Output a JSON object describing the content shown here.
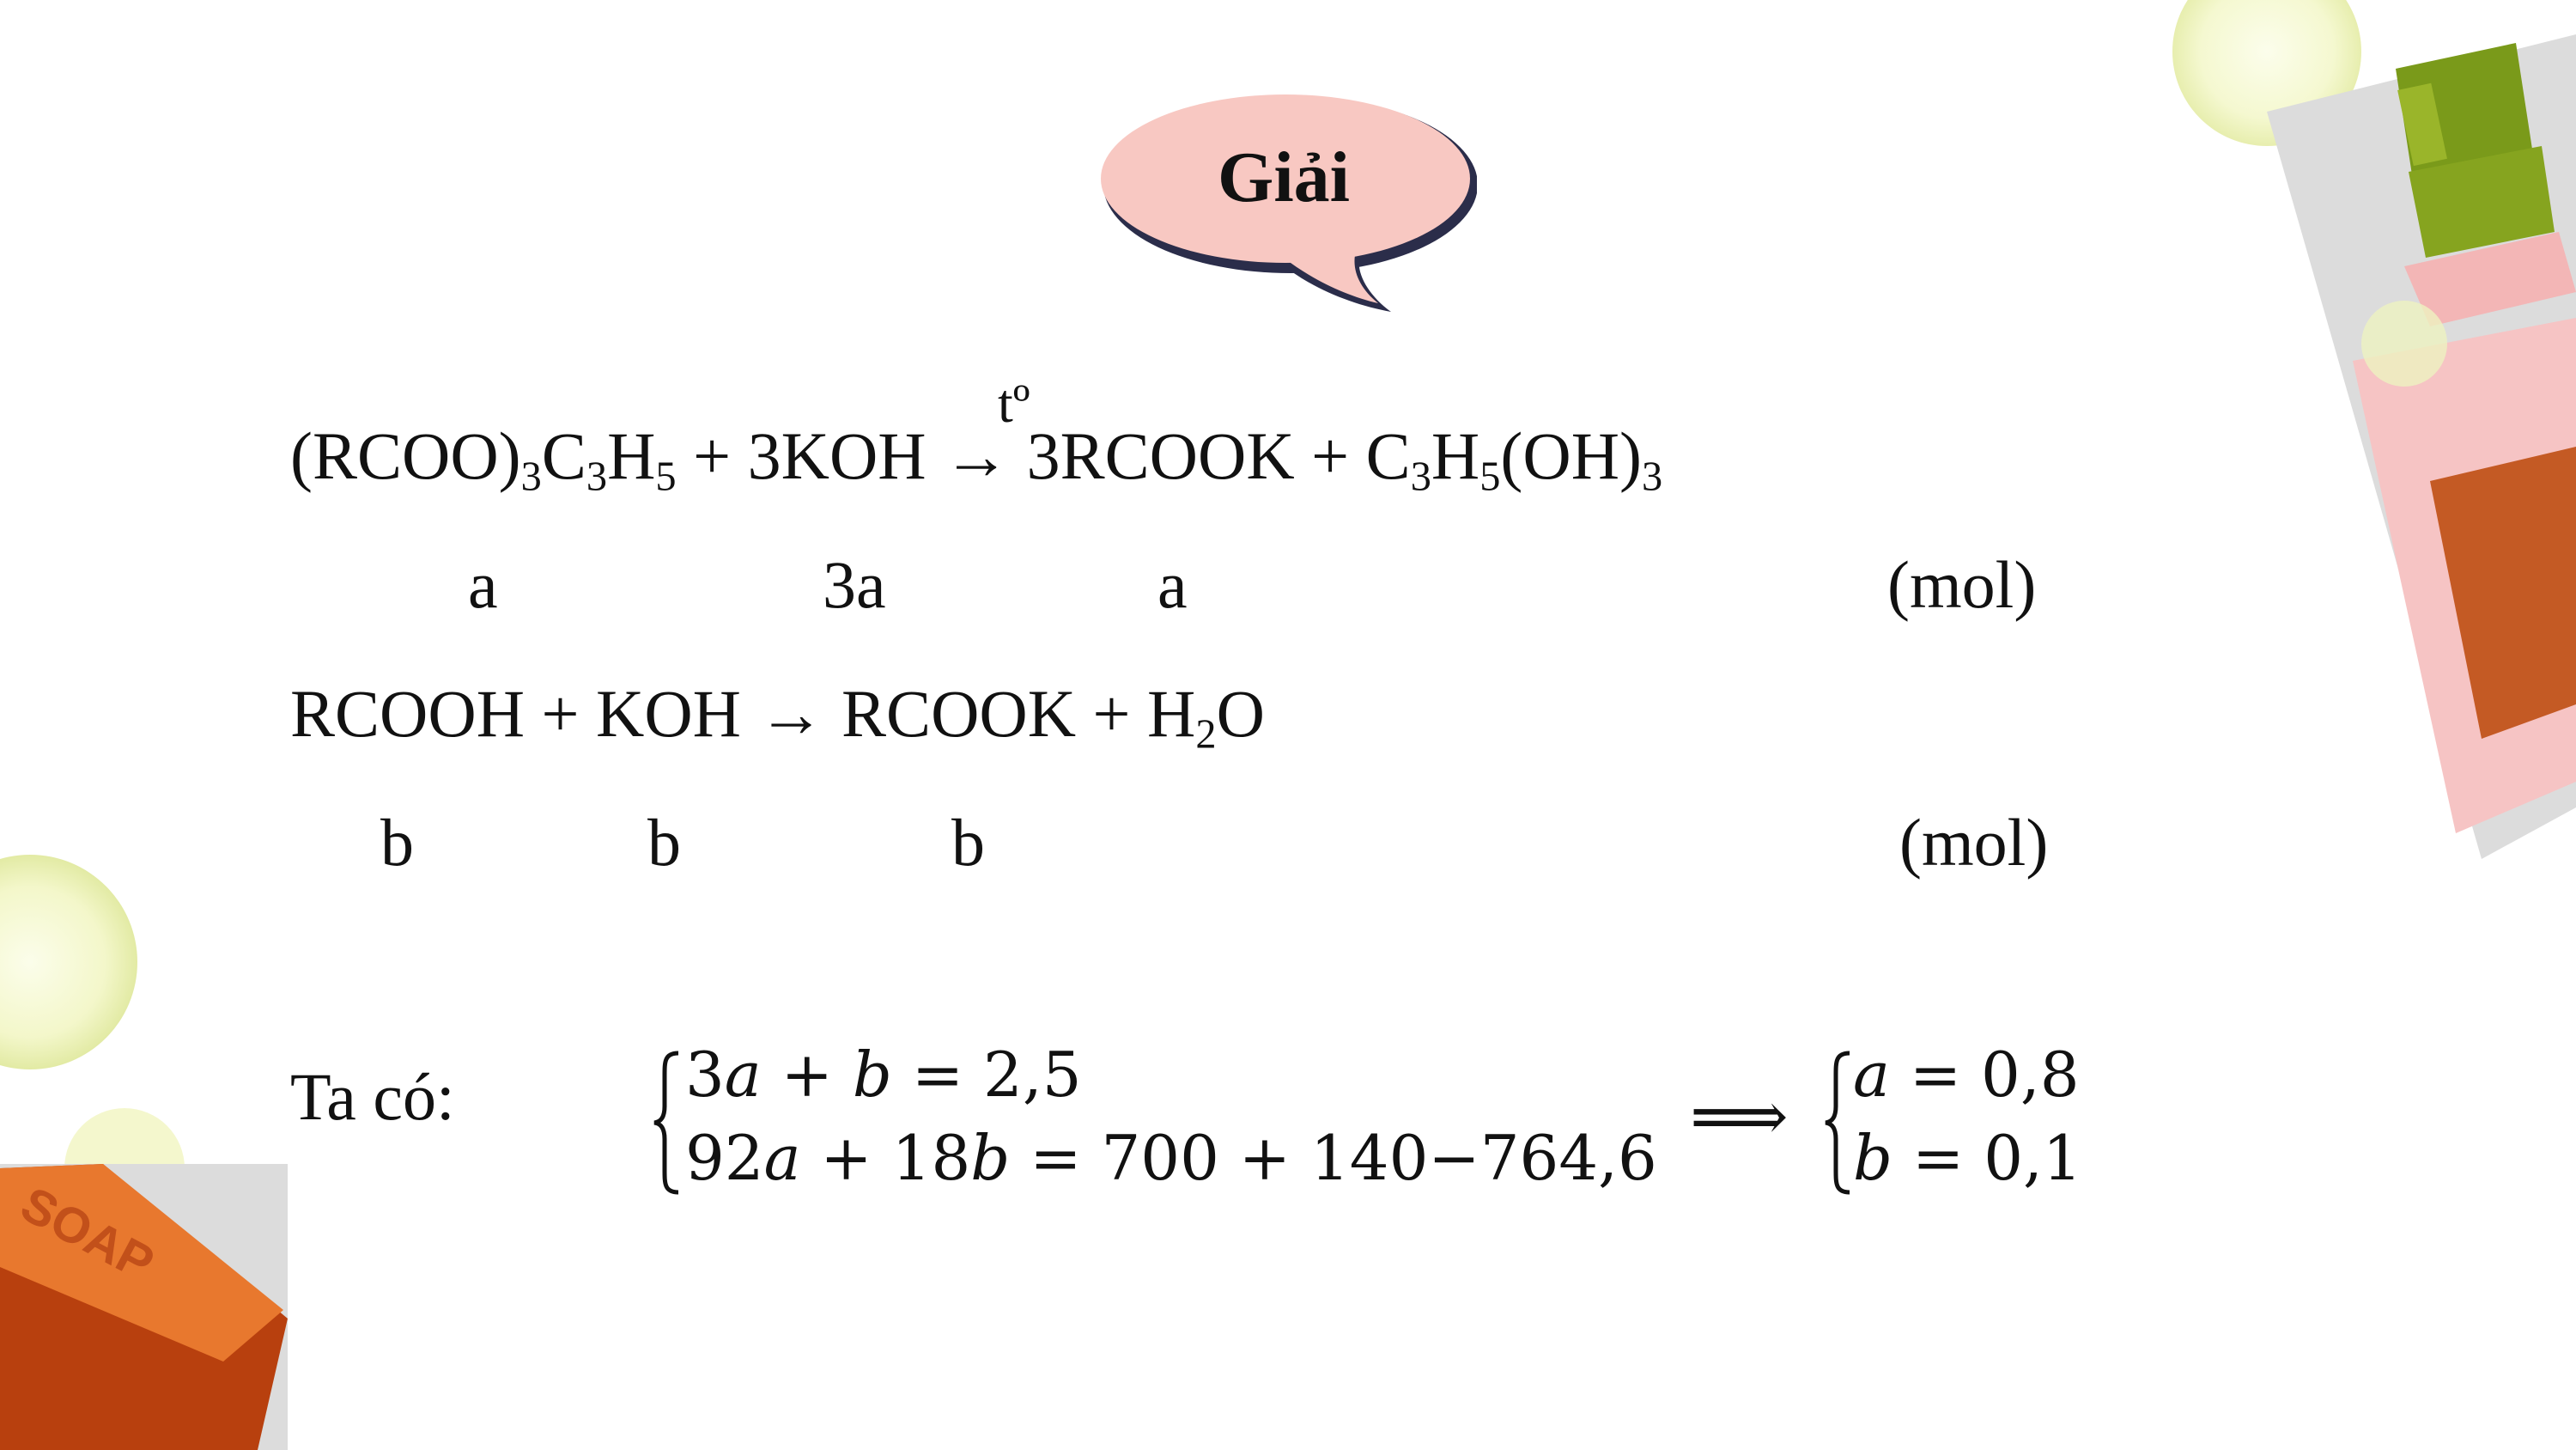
{
  "title": "Giải",
  "equation1": {
    "reactant1_a": "(RCOO)",
    "reactant1_s1": "3",
    "reactant1_b": "C",
    "reactant1_s2": "3",
    "reactant1_c": "H",
    "reactant1_s3": "5",
    "plus1": "+",
    "reactant2": "3KOH",
    "condition": "tº",
    "arrow": "→",
    "product1": "3RCOOK",
    "plus2": "+",
    "product2_a": "C",
    "product2_s1": "3",
    "product2_b": "H",
    "product2_s2": "5",
    "product2_c": "(OH)",
    "product2_s3": "3",
    "coef1": "a",
    "coef2": "3a",
    "coef3": "a",
    "unit": "(mol)"
  },
  "equation2": {
    "text_a": "RCOOH + KOH → RCOOK + H",
    "sub": "2",
    "text_b": "O",
    "coef1": "b",
    "coef2": "b",
    "coef3": "b",
    "unit": "(mol)"
  },
  "system": {
    "label": "Ta có:",
    "eq1": "3𝑎 + 𝑏 = 2,5",
    "eq2": "92𝑎 + 18𝑏 = 700 + 140−764,6",
    "implies": "⟹",
    "res1": "𝑎 = 0,8",
    "res2": "𝑏 = 0,1"
  }
}
